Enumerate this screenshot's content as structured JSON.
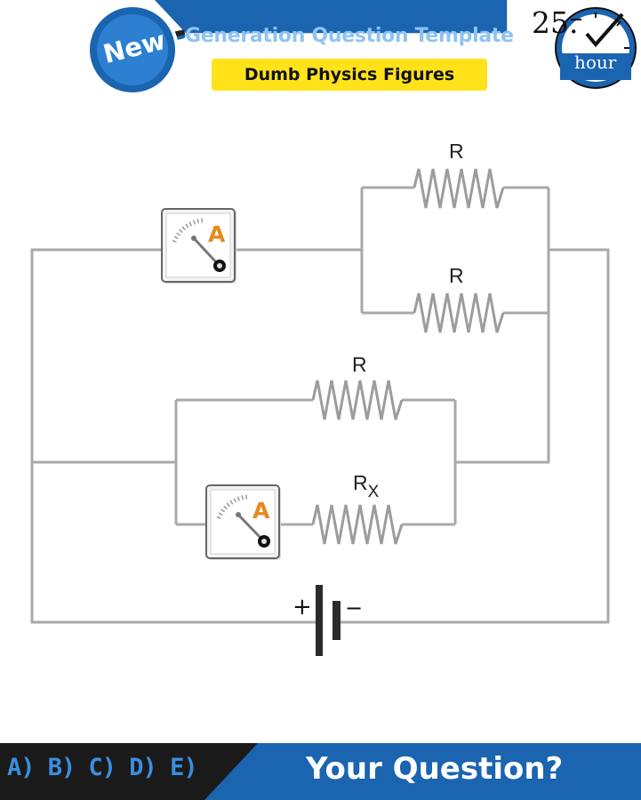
{
  "header": {
    "badge_new": "New",
    "title": "Generation Question Template",
    "subtitle": "Dumb Physics Figures",
    "badge_number": "25.",
    "badge_unit": "hour"
  },
  "circuit": {
    "resistor_top_upper": "R",
    "resistor_top_lower": "R",
    "resistor_middle_upper": "R",
    "resistor_unknown": "R",
    "resistor_unknown_sub": "X",
    "ammeter_main_letter": "A",
    "ammeter_branch_letter": "A",
    "battery_plus": "+",
    "battery_minus": "−"
  },
  "footer": {
    "answer_options": "A) B) C) D) E)",
    "question": "Your Question?"
  },
  "colors": {
    "header_blue": "#1a64b0",
    "title_text": "#8ec3f2",
    "subtitle_yellow": "#ffe21a",
    "wire": "#a9a9a9",
    "ammeter_letter": "#e8891a",
    "footer_dark": "#1a1a1a"
  }
}
